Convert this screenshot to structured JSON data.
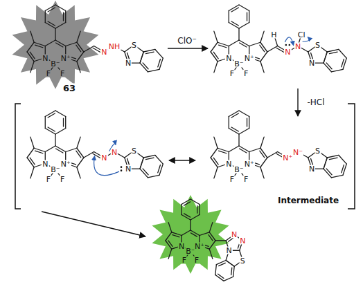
{
  "diagram": {
    "labels": [
      "N",
      "B⁻",
      "N⁺",
      "F",
      "F",
      "N",
      "NH",
      "N",
      "S",
      "63",
      "ClO⁻",
      "N",
      "B⁻",
      "N⁺",
      "F",
      "F",
      "N",
      "N",
      "Cl",
      "H",
      "N",
      "S",
      "-HCl",
      "N",
      "B⁻",
      "N⁺",
      "F",
      "F",
      "N",
      "N",
      "N",
      "S",
      "N",
      "B⁻",
      "N⁺",
      "F",
      "F",
      "N⁺",
      "N⁻",
      "N",
      "S",
      "Intermediate",
      "N",
      "B⁻",
      "N⁺",
      "F",
      "F",
      "N",
      "N",
      "N",
      "S"
    ]
  }
}
